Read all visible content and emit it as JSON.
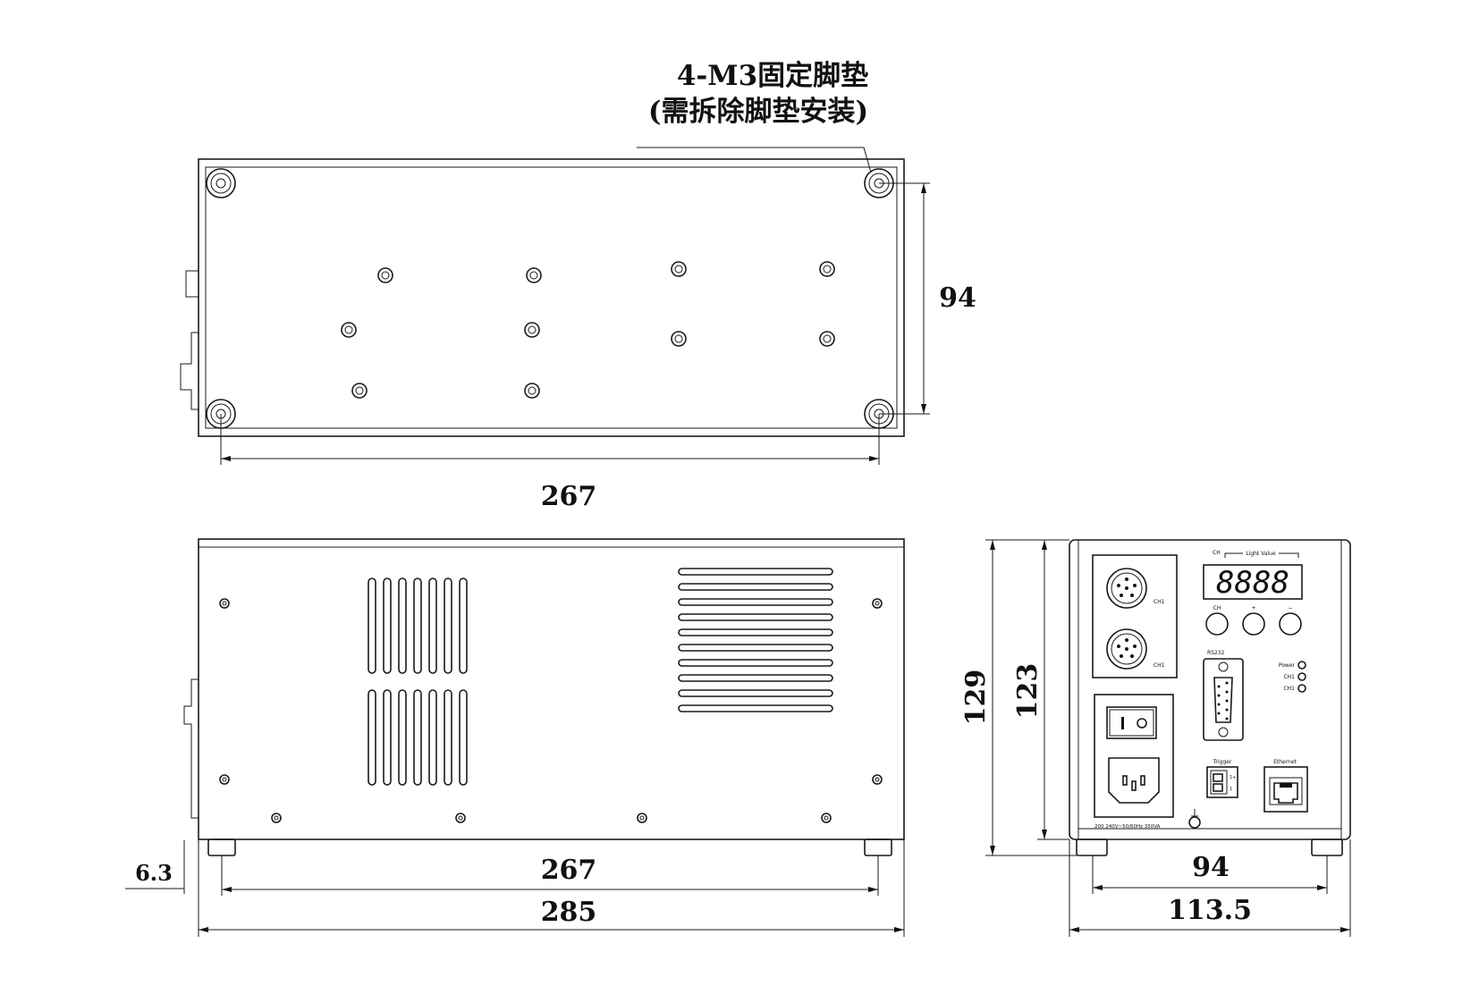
{
  "note": {
    "line1": "4-M3固定脚垫",
    "line2": "(需拆除脚垫安装)"
  },
  "dimensions": {
    "top_width": "267",
    "top_height": "94",
    "side_inner_width": "267",
    "side_total_width": "285",
    "foot_height": "6.3",
    "front_total_height": "129",
    "front_body_height": "123",
    "front_inner_width": "94",
    "front_total_width": "113.5"
  },
  "front_panel": {
    "display_digits": "8888",
    "ch_label": "CH",
    "light_value_label": "Light Value",
    "btn_ch": "CH",
    "btn_plus": "+",
    "btn_minus": "−",
    "connector_1": "CH1",
    "connector_2": "CH1",
    "rs232": "RS232",
    "led_power": "Power",
    "led_ch1_a": "CH1",
    "led_ch1_b": "CH1",
    "trigger": "Trigger",
    "trigger_pin_1": "1+",
    "trigger_pin_2": "1",
    "ethernet": "Ethernet",
    "power_rating": "200  240V~50/60Hz  350VA"
  }
}
